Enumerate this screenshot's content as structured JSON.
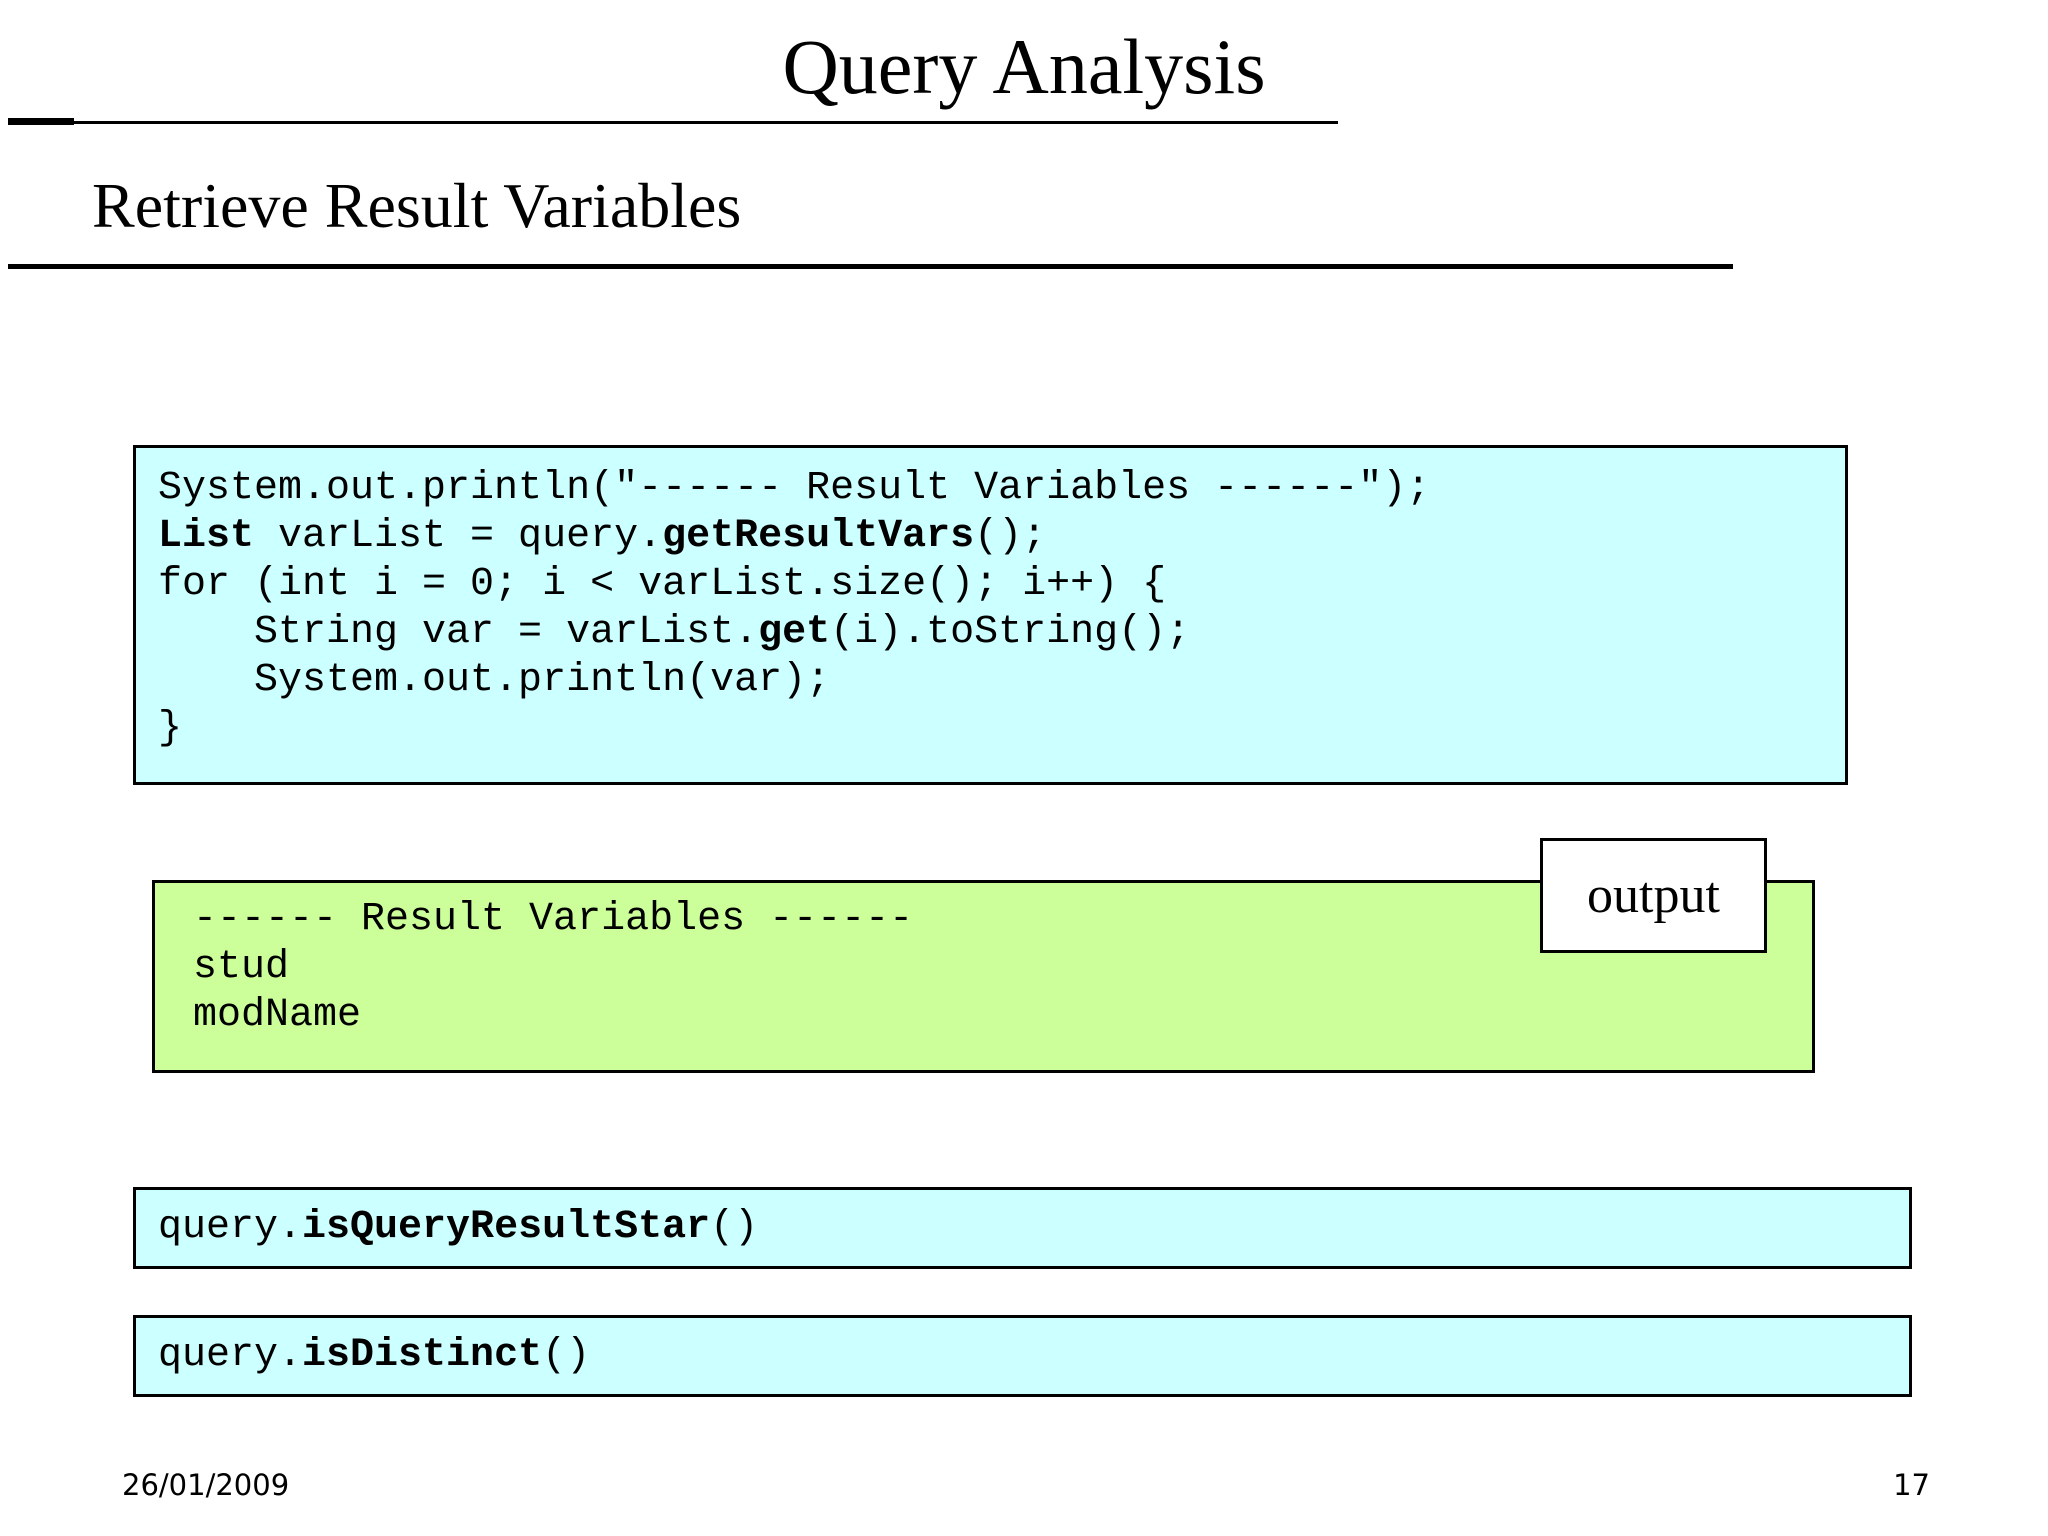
{
  "slide": {
    "title": "Query Analysis",
    "subtitle": "Retrieve Result Variables",
    "footer": {
      "date": "26/01/2009",
      "page_number": "17"
    }
  },
  "code_box": {
    "lines": [
      {
        "segments": [
          {
            "text": "System.out.println(\"------ Result Variables ------\");",
            "bold": false
          }
        ]
      },
      {
        "segments": [
          {
            "text": "List",
            "bold": true
          },
          {
            "text": " varList = query.",
            "bold": false
          },
          {
            "text": "getResultVars",
            "bold": true
          },
          {
            "text": "();",
            "bold": false
          }
        ]
      },
      {
        "segments": [
          {
            "text": "for (int i = 0; i < varList.size(); i++) {",
            "bold": false
          }
        ]
      },
      {
        "segments": [
          {
            "text": "    String var = varList.",
            "bold": false
          },
          {
            "text": "get",
            "bold": true
          },
          {
            "text": "(i).toString();",
            "bold": false
          }
        ]
      },
      {
        "segments": [
          {
            "text": "    System.out.println(var);",
            "bold": false
          }
        ]
      },
      {
        "segments": [
          {
            "text": "}",
            "bold": false
          }
        ]
      }
    ]
  },
  "output_box": {
    "label": "output",
    "lines": [
      "------ Result Variables ------",
      "stud",
      "modName"
    ]
  },
  "snippet_boxes": [
    {
      "segments": [
        {
          "text": "query.",
          "bold": false
        },
        {
          "text": "isQueryResultStar",
          "bold": true
        },
        {
          "text": "()",
          "bold": false
        }
      ]
    },
    {
      "segments": [
        {
          "text": "query.",
          "bold": false
        },
        {
          "text": "isDistinct",
          "bold": true
        },
        {
          "text": "()",
          "bold": false
        }
      ]
    }
  ],
  "colors": {
    "code_bg": "#ccffff",
    "output_bg": "#ccff99",
    "border": "#000000"
  }
}
